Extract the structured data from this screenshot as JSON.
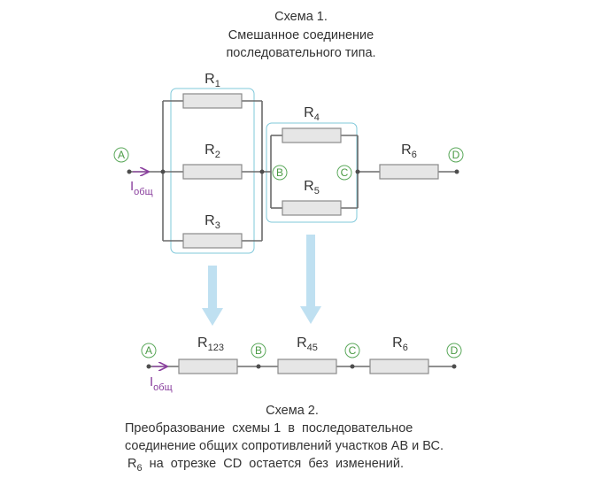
{
  "top_caption": {
    "line1": "Схема 1.",
    "line2": "Смешанное соединение",
    "line3": "последовательного типа."
  },
  "scheme1": {
    "nodes": {
      "a": "A",
      "b": "B",
      "c": "C",
      "d": "D"
    },
    "resistors": {
      "r1": {
        "base": "R",
        "sub": "1"
      },
      "r2": {
        "base": "R",
        "sub": "2"
      },
      "r3": {
        "base": "R",
        "sub": "3"
      },
      "r4": {
        "base": "R",
        "sub": "4"
      },
      "r5": {
        "base": "R",
        "sub": "5"
      },
      "r6": {
        "base": "R",
        "sub": "6"
      }
    },
    "current": {
      "base": "I",
      "sub": "общ"
    }
  },
  "scheme2": {
    "nodes": {
      "a": "A",
      "b": "B",
      "c": "C",
      "d": "D"
    },
    "resistors": {
      "r123": {
        "base": "R",
        "sub": "123"
      },
      "r45": {
        "base": "R",
        "sub": "45"
      },
      "r6": {
        "base": "R",
        "sub": "6"
      }
    },
    "current": {
      "base": "I",
      "sub": "общ"
    }
  },
  "bottom_caption": {
    "title": "Схема 2.",
    "line1": "Преобразование  схемы 1  в  последовательное",
    "line2": "соединение общих сопротивлений участков АВ и ВС.",
    "line3_r": "R",
    "line3_sub": "6",
    "line3_rest": "  на  отрезке  CD  остается  без  изменений."
  },
  "colors": {
    "wire": "#6b6b6b",
    "resistor_fill": "#e6e6e6",
    "group_outline": "#7fc8da",
    "node_label": "#4a9a44",
    "current": "#8a3f9e",
    "arrow": "#bfe0f1"
  }
}
